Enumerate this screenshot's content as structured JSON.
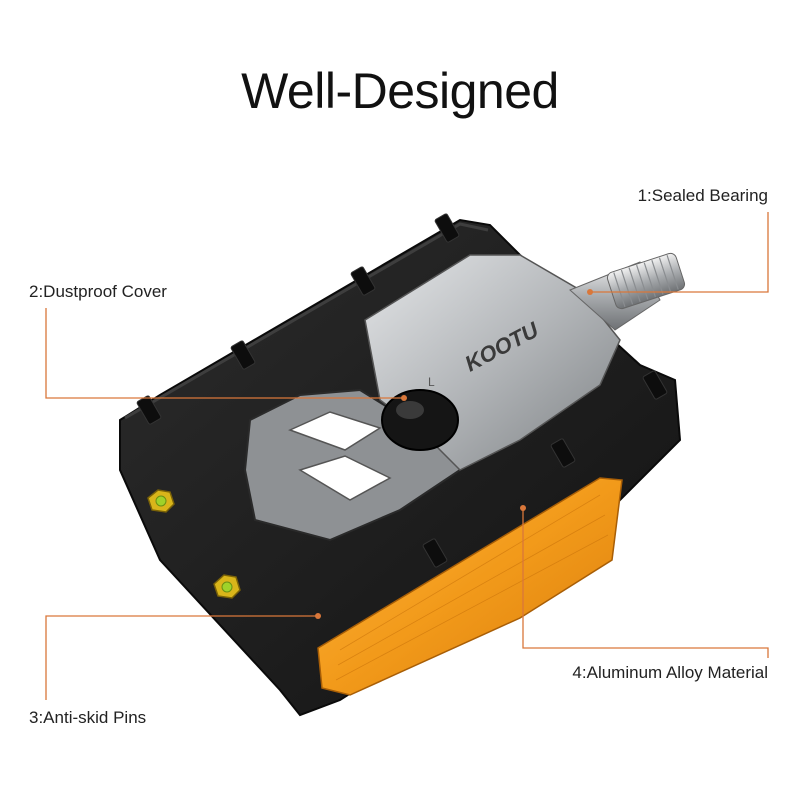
{
  "title": "Well-Designed",
  "brand": "KOOTU",
  "side_mark": "L",
  "callouts": {
    "c1": "1:Sealed Bearing",
    "c2": "2:Dustproof Cover",
    "c3": "3:Anti-skid Pins",
    "c4": "4:Aluminum Alloy Material"
  },
  "colors": {
    "leader_line": "#d9773a",
    "pedal_body": "#1b1b1b",
    "silver": "#b9bcbf",
    "reflector": "#f29a1a",
    "pin": "#d9b51a"
  }
}
